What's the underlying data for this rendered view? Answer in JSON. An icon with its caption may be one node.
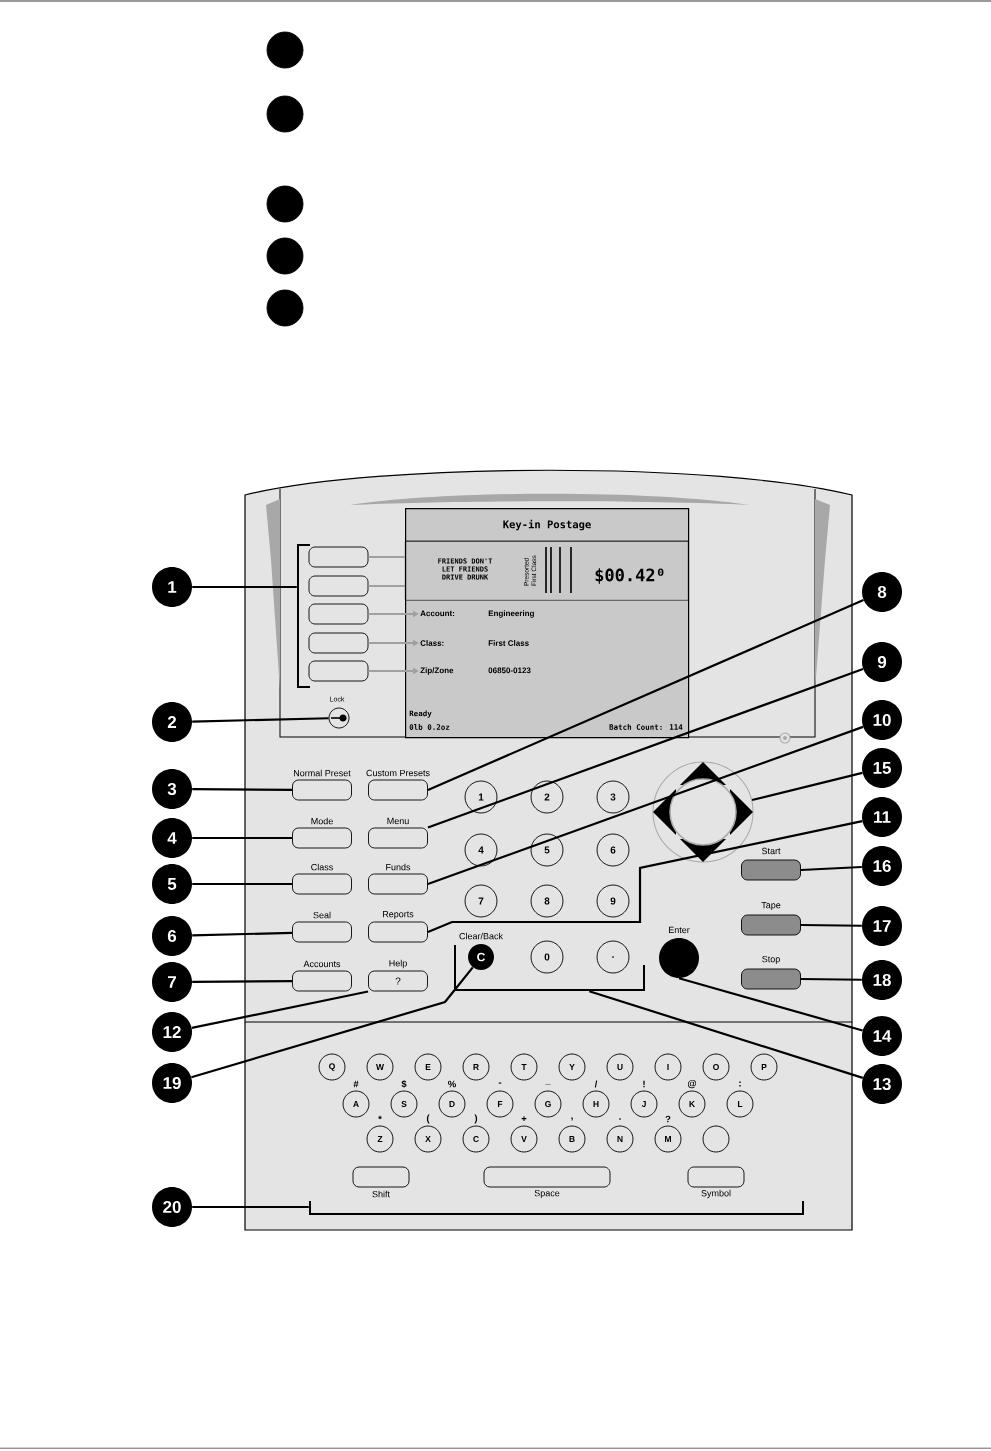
{
  "diagram": {
    "nodes": [
      {
        "text": [
          "1"
        ]
      },
      {
        "text": [
          "2"
        ]
      },
      {
        "text": [
          "3"
        ]
      },
      {
        "text": [
          "4"
        ]
      },
      {
        "text": [
          "5"
        ]
      },
      {
        "text": [
          "6"
        ]
      },
      {
        "text": [
          "7"
        ]
      },
      {
        "text": [
          "8"
        ]
      },
      {
        "text": [
          "9"
        ]
      },
      {
        "text": [
          "10"
        ]
      },
      {
        "text": [
          "11"
        ]
      },
      {
        "text": [
          "12"
        ]
      },
      {
        "text": [
          "13"
        ]
      },
      {
        "text": [
          "14"
        ]
      },
      {
        "text": [
          "15"
        ]
      },
      {
        "text": [
          "16"
        ]
      },
      {
        "text": [
          "17"
        ]
      },
      {
        "text": [
          "18"
        ]
      },
      {
        "text": [
          "19"
        ]
      },
      {
        "text": [
          "20"
        ]
      },
      {
        "text": [],
        "shape": "box"
      },
      {
        "text": [],
        "shape": "box"
      },
      {
        "text": [],
        "shape": "box"
      },
      {
        "text": [],
        "shape": "box"
      },
      {
        "text": [],
        "shape": "box"
      },
      {
        "text": [
          "Key-in Postage",
          "Ready",
          "0lb 0.2oz",
          "Batch Count: 114"
        ]
      },
      {
        "text": [
          "FRIENDS DON'T LET FRIENDS DRIVE DRUNK",
          "Presorted First Class",
          "$00.42⁰"
        ],
        "in": 25
      },
      {
        "text": [
          "Account:",
          "Engineering"
        ],
        "in": 25
      },
      {
        "text": [
          "Class:",
          "First Class"
        ],
        "in": 25
      },
      {
        "text": [
          "Zip/Zone",
          "06850-0123"
        ],
        "in": 25
      },
      {
        "text": [
          "Lock"
        ]
      },
      {
        "text": [
          "Normal Preset"
        ]
      },
      {
        "text": [
          "Custom Presets"
        ]
      },
      {
        "text": [
          "Mode"
        ]
      },
      {
        "text": [
          "Menu"
        ]
      },
      {
        "text": [
          "Class"
        ]
      },
      {
        "text": [
          "Funds"
        ]
      },
      {
        "text": [
          "Seal"
        ]
      },
      {
        "text": [
          "Reports"
        ]
      },
      {
        "text": [
          "Accounts"
        ]
      },
      {
        "text": [
          "Help",
          "?"
        ]
      },
      {
        "text": [],
        "shape": "circle"
      },
      {
        "text": [
          "1"
        ]
      },
      {
        "text": [
          "2"
        ]
      },
      {
        "text": [
          "3"
        ]
      },
      {
        "text": [
          "4"
        ]
      },
      {
        "text": [
          "5"
        ]
      },
      {
        "text": [
          "6"
        ]
      },
      {
        "text": [
          "7"
        ]
      },
      {
        "text": [
          "8"
        ]
      },
      {
        "text": [
          "9"
        ]
      },
      {
        "text": [
          "Clear/Back",
          "C"
        ]
      },
      {
        "text": [
          "0"
        ]
      },
      {
        "text": [
          "."
        ]
      },
      {
        "text": [
          "Enter"
        ]
      },
      {
        "text": [
          "Start"
        ]
      },
      {
        "text": [
          "Tape"
        ]
      },
      {
        "text": [
          "Stop"
        ]
      },
      {
        "text": [
          "Q"
        ]
      },
      {
        "text": [
          "W"
        ]
      },
      {
        "text": [
          "E"
        ]
      },
      {
        "text": [
          "R"
        ]
      },
      {
        "text": [
          "T"
        ]
      },
      {
        "text": [
          "Y"
        ]
      },
      {
        "text": [
          "U"
        ]
      },
      {
        "text": [
          "I"
        ]
      },
      {
        "text": [
          "O"
        ]
      },
      {
        "text": [
          "P"
        ]
      },
      {
        "text": [
          "A"
        ],
        "beside": [
          "#"
        ]
      },
      {
        "text": [
          "S"
        ],
        "beside": [
          "$"
        ]
      },
      {
        "text": [
          "D"
        ],
        "beside": [
          "%"
        ]
      },
      {
        "text": [
          "F"
        ],
        "beside": [
          "-"
        ]
      },
      {
        "text": [
          "G"
        ],
        "beside": [
          "_"
        ]
      },
      {
        "text": [
          "H"
        ],
        "beside": [
          "/"
        ]
      },
      {
        "text": [
          "J"
        ],
        "beside": [
          "!"
        ]
      },
      {
        "text": [
          "K"
        ],
        "beside": [
          "@"
        ]
      },
      {
        "text": [
          "L"
        ],
        "beside": [
          ":"
        ]
      },
      {
        "text": [
          "Z"
        ],
        "beside": [
          "*"
        ]
      },
      {
        "text": [
          "X"
        ],
        "beside": [
          "("
        ]
      },
      {
        "text": [
          "C"
        ],
        "beside": [
          ")"
        ]
      },
      {
        "text": [
          "V"
        ],
        "beside": [
          "+"
        ]
      },
      {
        "text": [
          "B"
        ],
        "beside": [
          ","
        ]
      },
      {
        "text": [
          "N"
        ],
        "beside": [
          "."
        ]
      },
      {
        "text": [
          "M"
        ],
        "beside": [
          "?"
        ]
      },
      {
        "text": [],
        "shape": "circle"
      },
      {
        "text": [
          "Shift"
        ]
      },
      {
        "text": [
          "Space"
        ]
      },
      {
        "text": [
          "Symbol"
        ]
      },
      {
        "text": [],
        "shape": "bracket"
      },
      {
        "text": [],
        "shape": "bracket"
      },
      {
        "text": [],
        "shape": "bracket"
      },
      {
        "text": [],
        "shape": "circle"
      },
      {
        "text": [],
        "shape": "circle"
      },
      {
        "text": [],
        "shape": "circle"
      },
      {
        "text": [],
        "shape": "circle"
      },
      {
        "text": [],
        "shape": "circle"
      }
    ],
    "edges": [
      {
        "from": 0,
        "to": 88,
        "arrow": "none"
      },
      {
        "from": 1,
        "to": 30,
        "arrow": "none"
      },
      {
        "from": 2,
        "to": 31,
        "arrow": "none"
      },
      {
        "from": 3,
        "to": 33,
        "arrow": "none"
      },
      {
        "from": 4,
        "to": 35,
        "arrow": "none"
      },
      {
        "from": 5,
        "to": 37,
        "arrow": "none"
      },
      {
        "from": 6,
        "to": 39,
        "arrow": "none"
      },
      {
        "from": 7,
        "to": 32,
        "arrow": "none"
      },
      {
        "from": 8,
        "to": 34,
        "arrow": "none"
      },
      {
        "from": 9,
        "to": 36,
        "arrow": "none"
      },
      {
        "from": 10,
        "to": 38,
        "arrow": "none"
      },
      {
        "from": 11,
        "to": 40,
        "arrow": "none"
      },
      {
        "from": 12,
        "to": 89,
        "arrow": "none"
      },
      {
        "from": 13,
        "to": 54,
        "arrow": "none"
      },
      {
        "from": 14,
        "to": 41,
        "arrow": "none"
      },
      {
        "from": 15,
        "to": 55,
        "arrow": "none"
      },
      {
        "from": 16,
        "to": 56,
        "arrow": "none"
      },
      {
        "from": 17,
        "to": 57,
        "arrow": "none"
      },
      {
        "from": 18,
        "to": 51,
        "arrow": "none"
      },
      {
        "from": 19,
        "to": 90,
        "arrow": "none"
      },
      {
        "from": 20,
        "to": 26,
        "arrow": "none",
        "color": "#a0a0a0"
      },
      {
        "from": 21,
        "to": 26,
        "arrow": "none",
        "color": "#a0a0a0"
      },
      {
        "from": 22,
        "to": 27,
        "arrow": "to",
        "color": "#a0a0a0"
      },
      {
        "from": 23,
        "to": 28,
        "arrow": "to",
        "color": "#a0a0a0"
      },
      {
        "from": 24,
        "to": 29,
        "arrow": "to",
        "color": "#a0a0a0"
      }
    ]
  }
}
